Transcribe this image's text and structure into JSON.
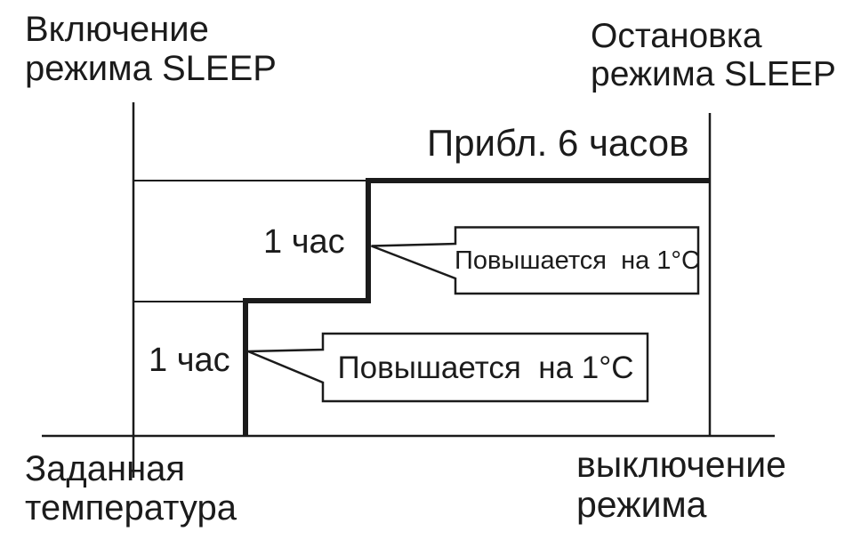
{
  "colors": {
    "ink": "#1b1b1b",
    "background": "#ffffff"
  },
  "labels": {
    "sleep_start": {
      "line1": "Включение",
      "line2": "режима SLEEP"
    },
    "sleep_stop": {
      "line1": "Остановка",
      "line2": "режима SLEEP"
    },
    "duration": "Прибл. 6 часов",
    "hour_upper": "1 час",
    "hour_lower": "1 час",
    "callout_upper": "Повышается  на 1°С",
    "callout_lower": "Повышается  на 1°С",
    "set_temperature": {
      "line1": "Заданная",
      "line2": "температура"
    },
    "mode_off": {
      "line1": "выключение",
      "line2": "режима"
    }
  }
}
